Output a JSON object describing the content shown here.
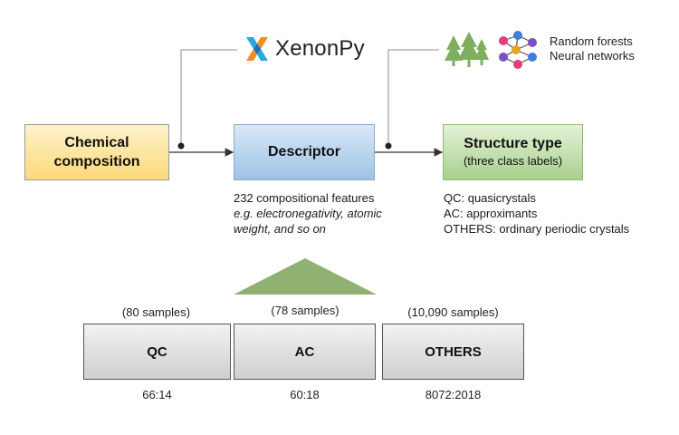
{
  "tools": {
    "xenonpy_label": "XenonPy",
    "ml_methods": [
      "Random forests",
      "Neural networks"
    ]
  },
  "pipeline": {
    "input": {
      "line1": "Chemical",
      "line2": "composition"
    },
    "descriptor": {
      "label": "Descriptor",
      "notes": [
        "232 compositional features",
        "e.g. electronegativity, atomic",
        "weight, and so on"
      ]
    },
    "output": {
      "label": "Structure type",
      "sublabel": "(three class labels)",
      "notes": [
        "QC: quasicrystals",
        "AC: approximants",
        "OTHERS: ordinary periodic crystals"
      ]
    }
  },
  "dataset_split": [
    {
      "samples": "(80 samples)",
      "label": "QC",
      "ratio": "66:14"
    },
    {
      "samples": "(78 samples)",
      "label": "AC",
      "ratio": "60:18"
    },
    {
      "samples": "(10,090 samples)",
      "label": "OTHERS",
      "ratio": "8072:2018"
    }
  ],
  "colors": {
    "input_fill": "#fbd978",
    "descriptor_fill": "#9dc3e6",
    "output_fill": "#a8d08d",
    "triangle_fill": "#8fb171",
    "split_fill": "#d9d9d9",
    "connector": "#333333",
    "tool_connector": "#8c8c8c"
  }
}
